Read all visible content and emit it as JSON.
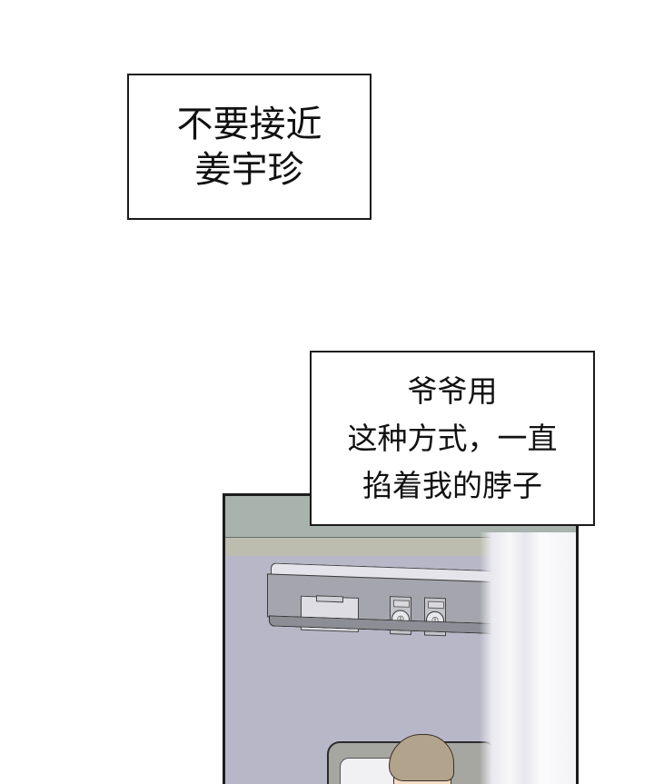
{
  "captions": [
    {
      "id": "caption-1",
      "lines": [
        "不要接近",
        "姜宇珍"
      ]
    },
    {
      "id": "caption-2",
      "lines": [
        "爷爷用",
        "这种方式，一直",
        "掐着我的脖子"
      ]
    }
  ],
  "panel": {
    "scene": "hospital room wall with bed-head medical rail, two oxygen outlets, white privacy curtain, patient lying in bed",
    "colors": {
      "upper_wall": "#a9b3ad",
      "trim_strip": "#bcbcaf",
      "wall": "#b8b7c8",
      "curtain": "#f4f4f7",
      "hair": "#b2a48c",
      "skin": "#f2dcc6",
      "border": "#1c1c1c"
    },
    "outlets": [
      {
        "glyph": "⦶"
      },
      {
        "glyph": "⦶"
      }
    ]
  }
}
